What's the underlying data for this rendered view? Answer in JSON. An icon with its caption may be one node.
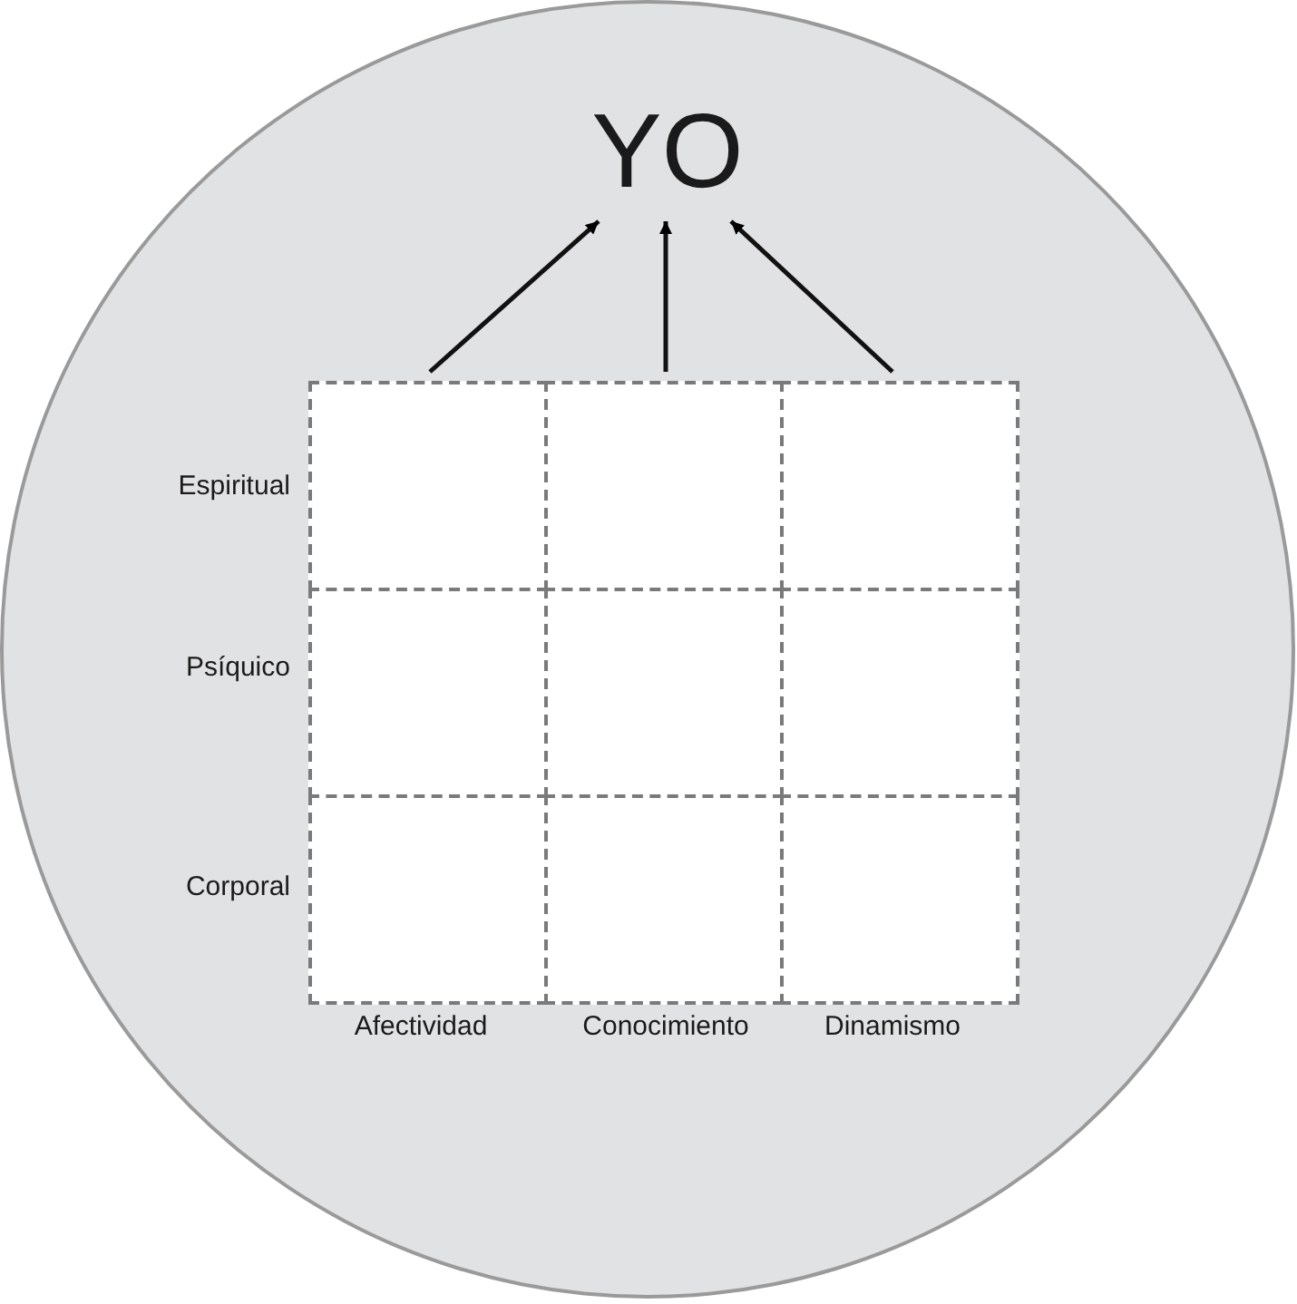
{
  "diagram": {
    "nodes": [
      {
        "text": [],
        "shape": "circle"
      },
      {
        "text": [
          "YO"
        ],
        "in": 0
      },
      {
        "text": [],
        "shape": "box",
        "in": 0
      },
      {
        "text": [],
        "shape": "box",
        "in": 0
      },
      {
        "text": [],
        "shape": "box",
        "in": 0
      },
      {
        "text": [],
        "shape": "box",
        "in": 0
      },
      {
        "text": [],
        "shape": "box",
        "in": 0
      },
      {
        "text": [],
        "shape": "box",
        "in": 0
      },
      {
        "text": [],
        "shape": "box",
        "in": 0
      },
      {
        "text": [],
        "shape": "box",
        "in": 0
      },
      {
        "text": [],
        "shape": "box",
        "in": 0
      }
    ],
    "edges": [
      {
        "from": 2,
        "to": 1,
        "arrow": "to"
      },
      {
        "from": 3,
        "to": 1,
        "arrow": "to"
      },
      {
        "from": 4,
        "to": 1,
        "arrow": "to"
      }
    ],
    "labels": [
      "Espiritual",
      "Psíquico",
      "Corporal",
      "Afectividad",
      "Conocimiento",
      "Dinamismo"
    ]
  }
}
